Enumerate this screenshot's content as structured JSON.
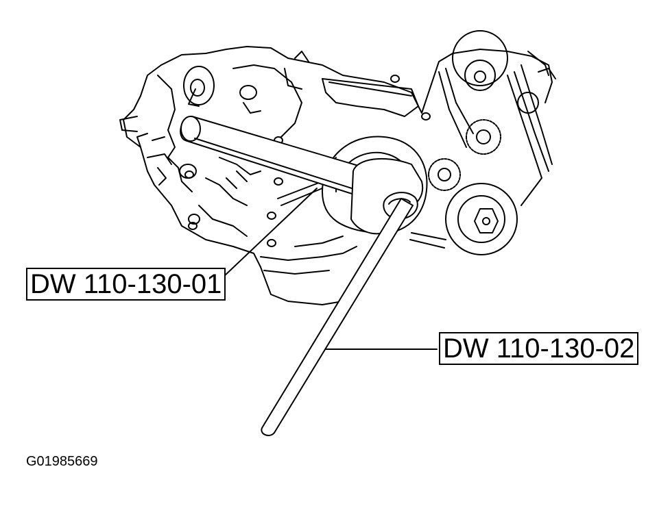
{
  "figure": {
    "callouts": [
      {
        "label": "DW 110-130-01"
      },
      {
        "label": "DW 110-130-02"
      }
    ],
    "figure_id": "G01985669"
  },
  "colors": {
    "ink": "#000000",
    "paper": "#ffffff"
  }
}
